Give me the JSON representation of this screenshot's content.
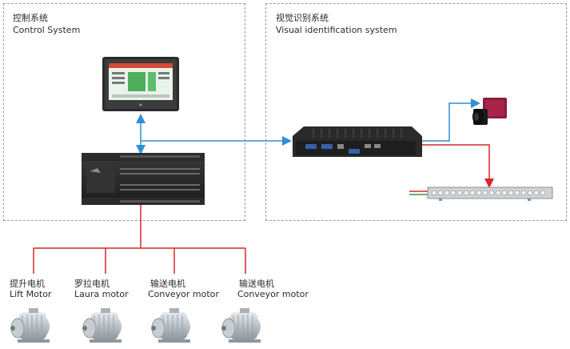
{
  "control_system": {
    "title_cn": "控制系统",
    "title_en": "Control System"
  },
  "vision_system": {
    "title_cn": "视觉识别系统",
    "title_en": "Visual identification system"
  },
  "motors": [
    {
      "label_cn": "提升电机",
      "label_en": "Lift Motor"
    },
    {
      "label_cn": "罗拉电机",
      "label_en": "Laura motor"
    },
    {
      "label_cn": "输送电机",
      "label_en": "Conveyor motor"
    },
    {
      "label_cn": "输送电机",
      "label_en": "Conveyor motor"
    }
  ],
  "colors": {
    "signal_line": "#2f8fd8",
    "power_line": "#d9262a",
    "box_border": "#9a9a9a"
  },
  "devices": {
    "hmi": "touch-screen-hmi",
    "plc": "plc-controller",
    "ipc": "industrial-pc",
    "camera": "industrial-camera",
    "light": "led-light-bar"
  }
}
